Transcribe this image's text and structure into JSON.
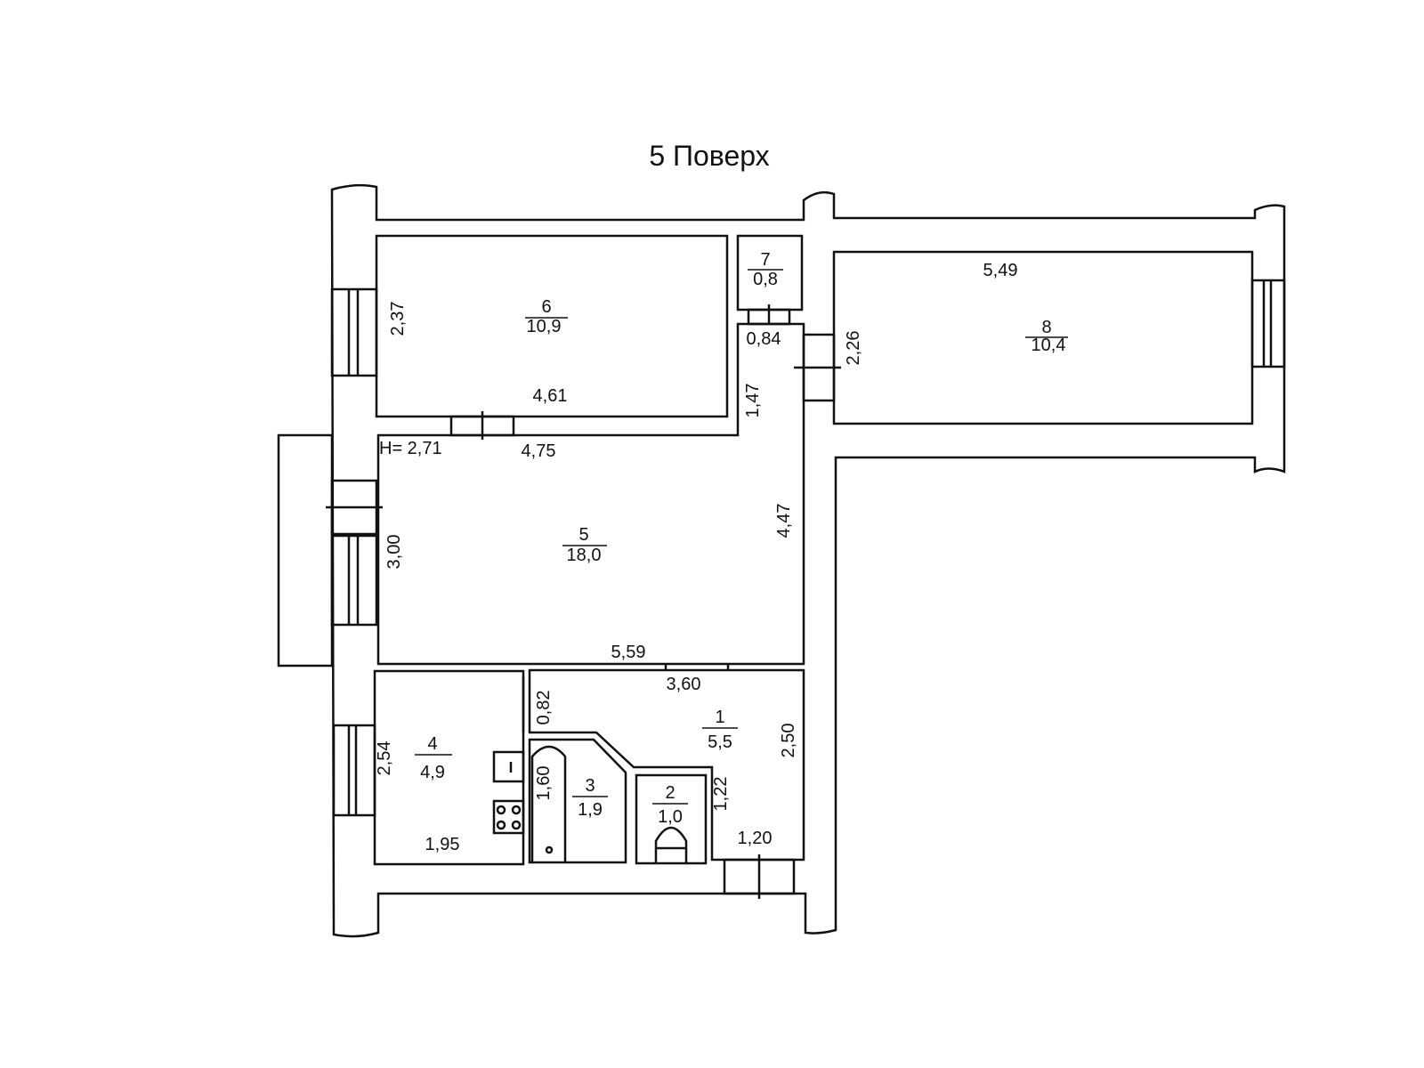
{
  "title": "5 Поверх",
  "ceiling_height": "H= 2,71",
  "rooms": [
    {
      "number": "1",
      "area": "5,5"
    },
    {
      "number": "2",
      "area": "1,0"
    },
    {
      "number": "3",
      "area": "1,9"
    },
    {
      "number": "4",
      "area": "4,9"
    },
    {
      "number": "5",
      "area": "18,0"
    },
    {
      "number": "6",
      "area": "10,9"
    },
    {
      "number": "7",
      "area": "0,8"
    },
    {
      "number": "8",
      "area": "10,4"
    }
  ],
  "dimensions": {
    "r6_height": "2,37",
    "r6_width": "4,61",
    "r5_top": "4,75",
    "r5_left": "3,00",
    "r5_right": "4,47",
    "r5_bottom": "5,59",
    "corridor_width": "0,84",
    "corridor_length": "1,47",
    "r8_width": "5,49",
    "r8_height": "2,26",
    "r1_top": "3,60",
    "r1_right": "2,50",
    "r1_bottom": "1,20",
    "r1_door": "0,82",
    "r2_height": "1,22",
    "r3_height": "1,60",
    "r4_height": "2,54",
    "r4_width": "1,95"
  }
}
